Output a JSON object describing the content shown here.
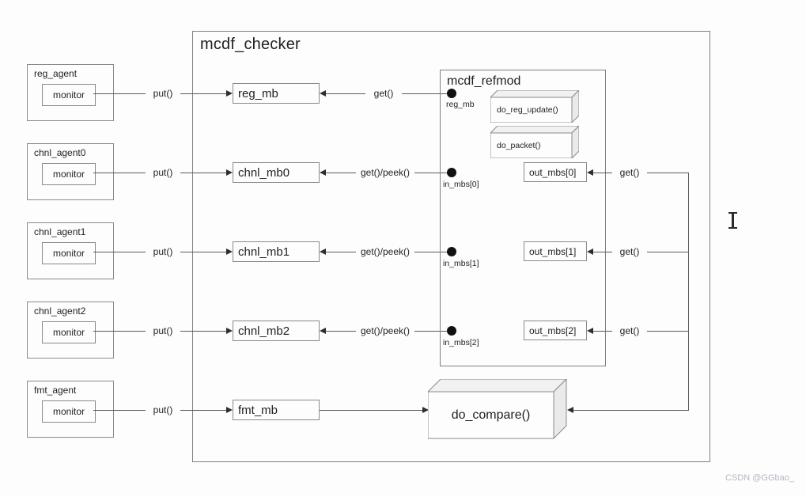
{
  "checker": {
    "title": "mcdf_checker"
  },
  "agents": [
    {
      "name": "reg_agent",
      "monitor_label": "monitor"
    },
    {
      "name": "chnl_agent0",
      "monitor_label": "monitor"
    },
    {
      "name": "chnl_agent1",
      "monitor_label": "monitor"
    },
    {
      "name": "chnl_agent2",
      "monitor_label": "monitor"
    },
    {
      "name": "fmt_agent",
      "monitor_label": "monitor"
    }
  ],
  "mailboxes": [
    {
      "name": "reg_mb"
    },
    {
      "name": "chnl_mb0"
    },
    {
      "name": "chnl_mb1"
    },
    {
      "name": "chnl_mb2"
    },
    {
      "name": "fmt_mb"
    }
  ],
  "labels": {
    "put": "put()",
    "get": "get()",
    "get_peek": "get()/peek()"
  },
  "refmod": {
    "title": "mcdf_refmod",
    "ports": [
      {
        "name": "reg_mb"
      },
      {
        "name": "in_mbs[0]"
      },
      {
        "name": "in_mbs[1]"
      },
      {
        "name": "in_mbs[2]"
      }
    ],
    "functions": [
      {
        "name": "do_reg_update()"
      },
      {
        "name": "do_packet()"
      }
    ],
    "out_mbs": [
      {
        "name": "out_mbs[0]"
      },
      {
        "name": "out_mbs[1]"
      },
      {
        "name": "out_mbs[2]"
      }
    ]
  },
  "compare": {
    "name": "do_compare()"
  },
  "page": {
    "watermark": "CSDN @GGbao_"
  },
  "colors": {
    "line": "#5a5a5a",
    "box_border": "#8a8a8a",
    "text": "#1f1f1f",
    "watermark": "#b4b8bf"
  }
}
